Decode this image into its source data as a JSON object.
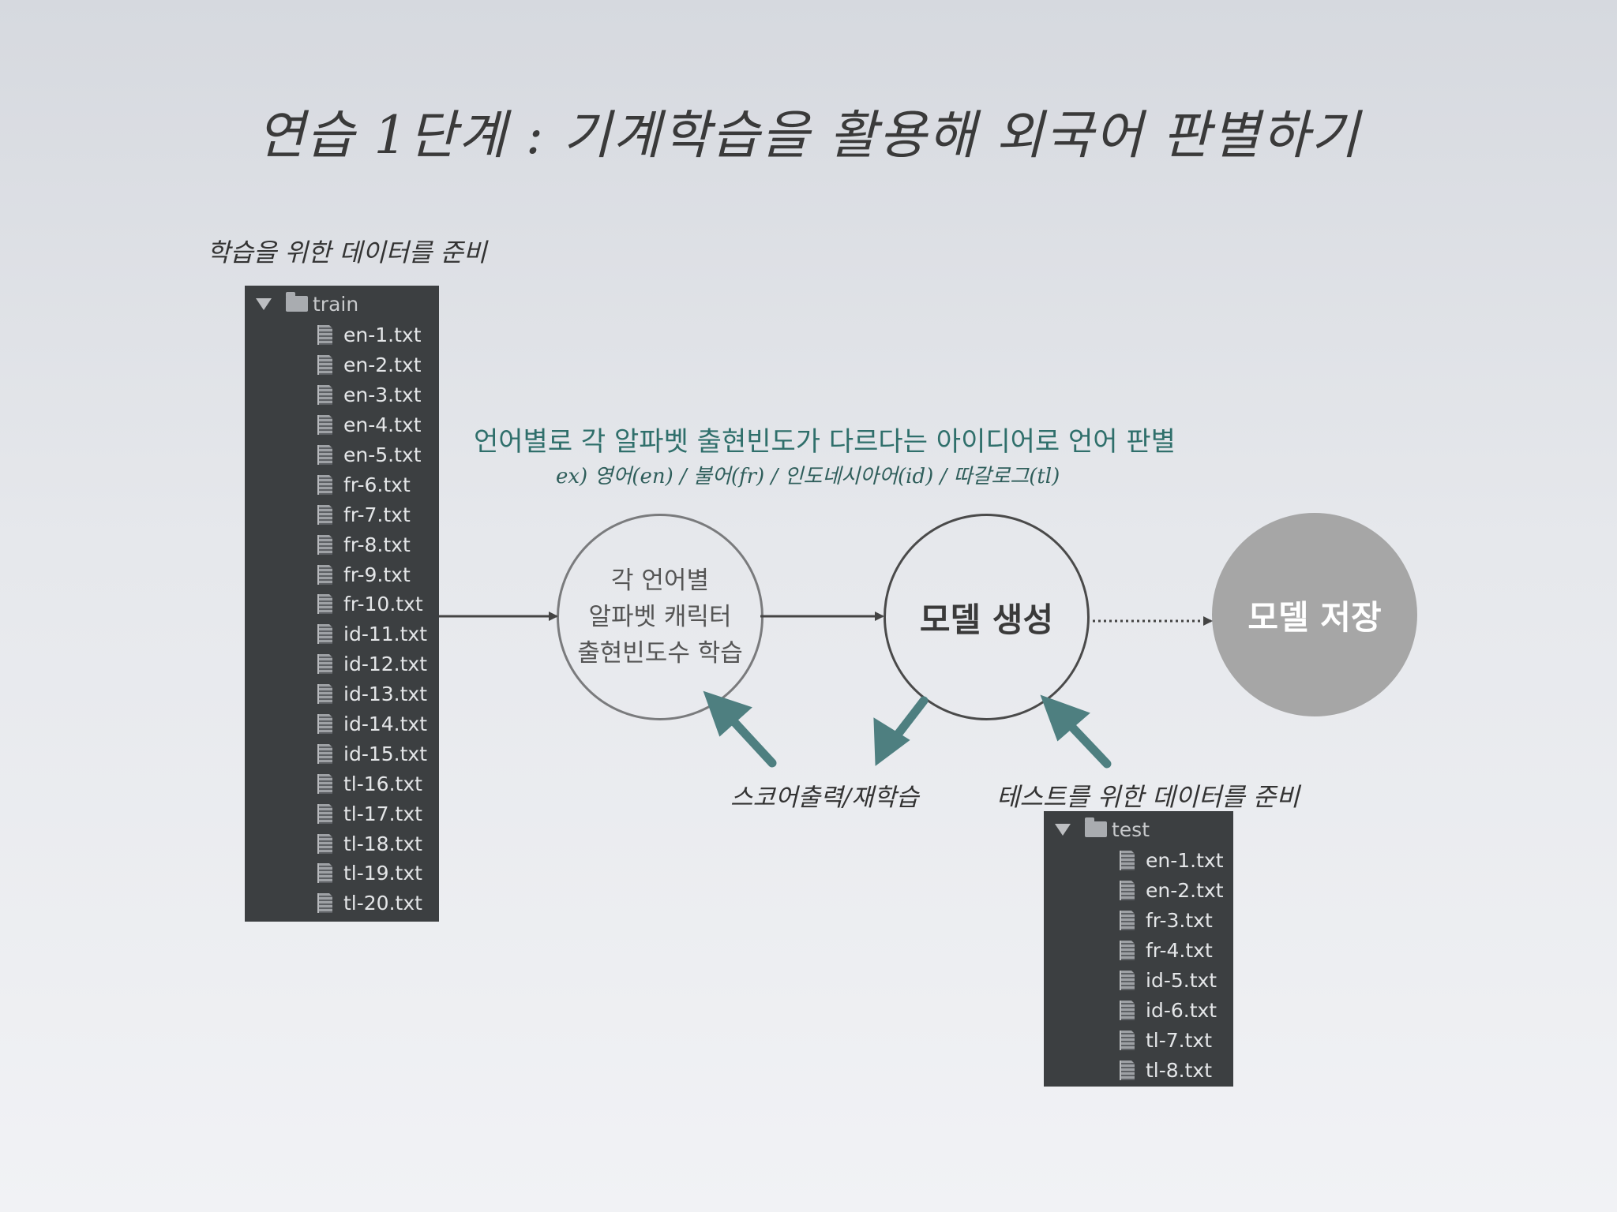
{
  "title": "연습 1단계 : 기계학습을 활용해 외국어 판별하기",
  "train_caption": "학습을 위한 데이터를 준비",
  "train_folder": "train",
  "train_files": [
    "en-1.txt",
    "en-2.txt",
    "en-3.txt",
    "en-4.txt",
    "en-5.txt",
    "fr-6.txt",
    "fr-7.txt",
    "fr-8.txt",
    "fr-9.txt",
    "fr-10.txt",
    "id-11.txt",
    "id-12.txt",
    "id-13.txt",
    "id-14.txt",
    "id-15.txt",
    "tl-16.txt",
    "tl-17.txt",
    "tl-18.txt",
    "tl-19.txt",
    "tl-20.txt"
  ],
  "idea_text": "언어별로 각 알파벳 출현빈도가 다르다는 아이디어로 언어 판별",
  "example_text": "ex) 영어(en) / 불어(fr) / 인도네시아어(id) / 따갈로그(tl)",
  "learn_circle": {
    "line1": "각 언어별",
    "line2": "알파벳 캐릭터",
    "line3": "출현빈도수 학습"
  },
  "model_circle": "모델 생성",
  "save_circle": "모델 저장",
  "score_caption": "스코어출력/재학습",
  "test_caption": "테스트를 위한 데이터를 준비",
  "test_folder": "test",
  "test_files": [
    "en-1.txt",
    "en-2.txt",
    "fr-3.txt",
    "fr-4.txt",
    "id-5.txt",
    "id-6.txt",
    "tl-7.txt",
    "tl-8.txt"
  ],
  "colors": {
    "teal_arrow": "#4e7f80",
    "tree_bg": "#3c3f41",
    "save_circle": "#a6a6a6"
  }
}
